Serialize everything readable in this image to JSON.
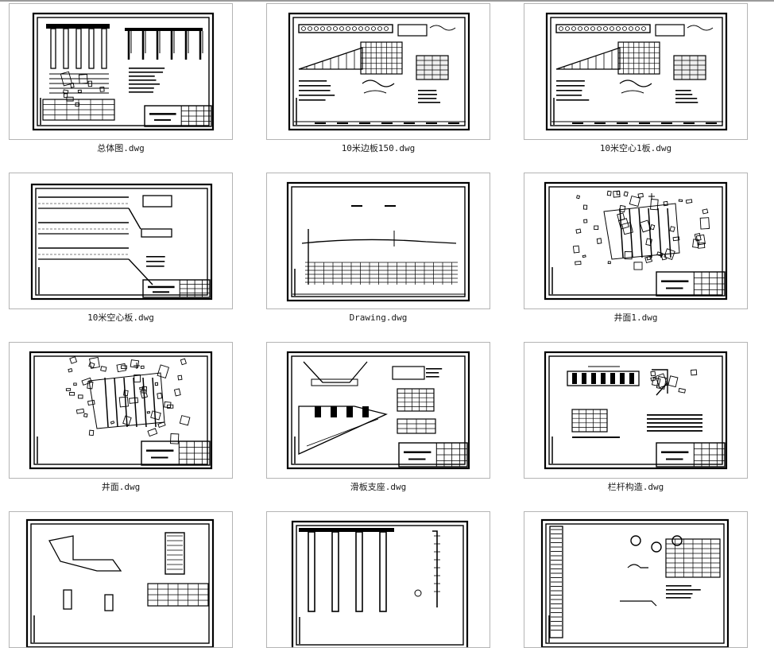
{
  "files": [
    {
      "name": "总体图.dwg",
      "drawing": "general"
    },
    {
      "name": "10米边板150.dwg",
      "drawing": "sheet-slab"
    },
    {
      "name": "10米空心1板.dwg",
      "drawing": "sheet-slab"
    },
    {
      "name": "10米空心板.dwg",
      "drawing": "hollow"
    },
    {
      "name": "Drawing.dwg",
      "drawing": "profile"
    },
    {
      "name": "井面1.dwg",
      "drawing": "map"
    },
    {
      "name": "井面.dwg",
      "drawing": "map"
    },
    {
      "name": "滑板支座.dwg",
      "drawing": "bearing"
    },
    {
      "name": "栏杆构造.dwg",
      "drawing": "railing"
    },
    {
      "name": "",
      "drawing": "abutment"
    },
    {
      "name": "",
      "drawing": "piers"
    },
    {
      "name": "",
      "drawing": "rebar"
    }
  ]
}
